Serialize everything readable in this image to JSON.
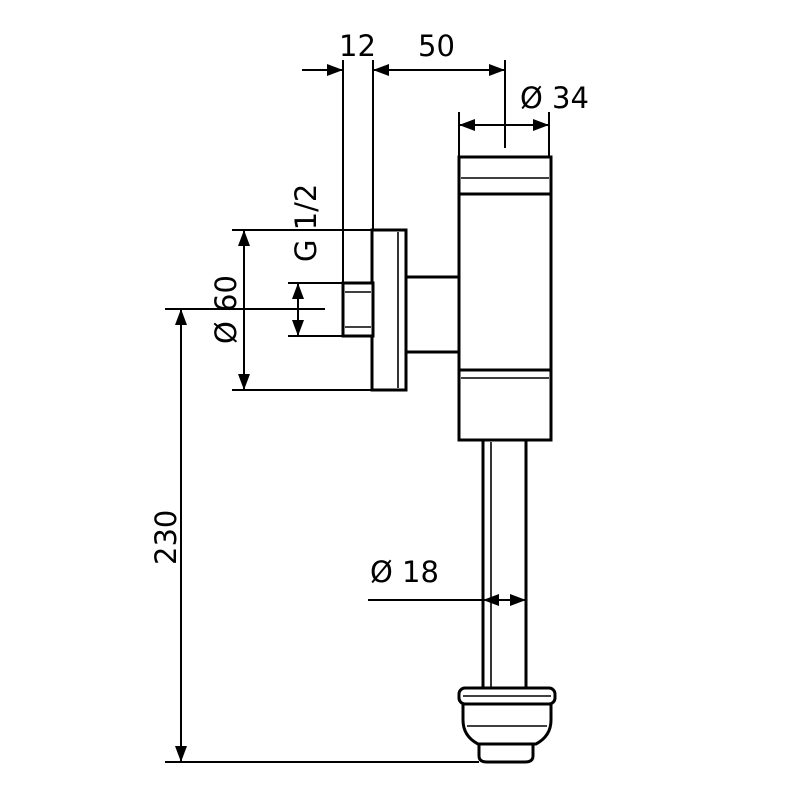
{
  "dimensions": {
    "width_12": "12",
    "width_50": "50",
    "dia_34": "Ø 34",
    "thread": "G 1/2",
    "dia_60": "Ø 60",
    "height_230": "230",
    "dia_18": "Ø 18"
  }
}
